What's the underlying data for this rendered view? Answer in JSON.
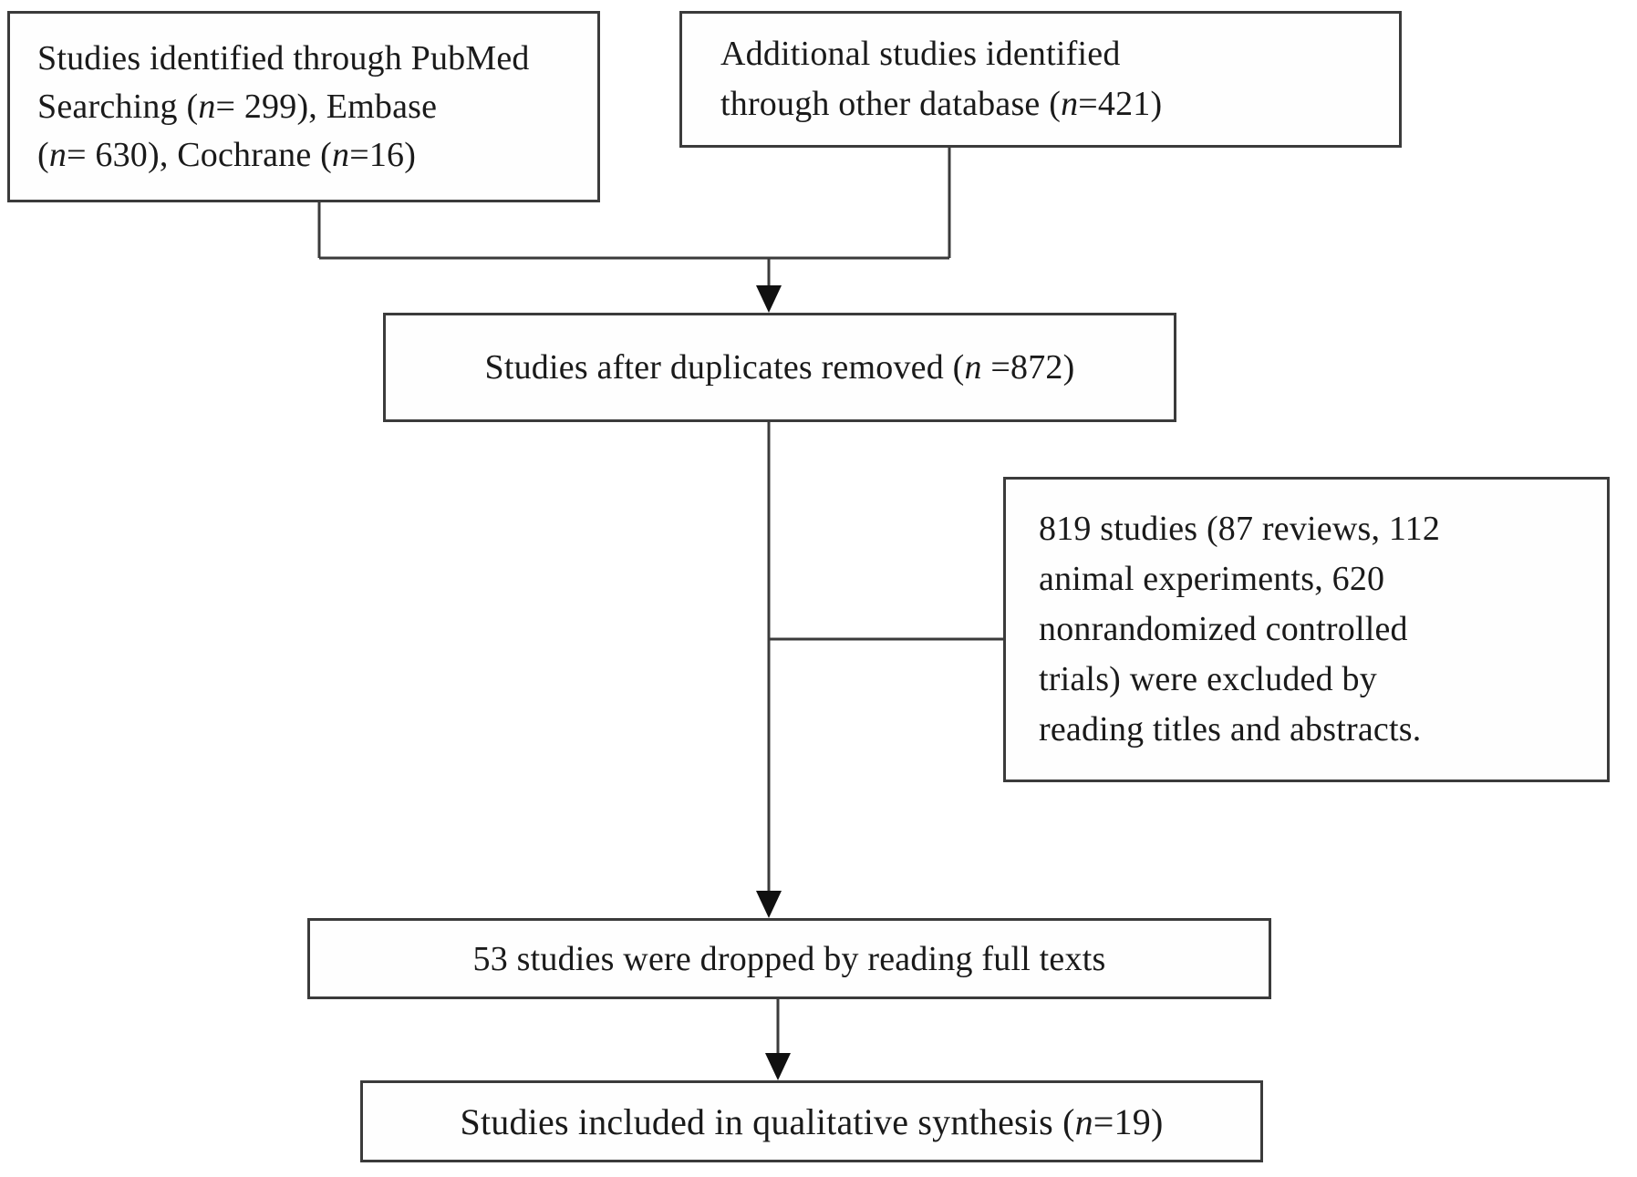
{
  "diagram": {
    "type": "flowchart",
    "description": "Study selection flow diagram (PRISMA-style)",
    "colors": {
      "background": "#ffffff",
      "box_border": "#3b3b3b",
      "text": "#1a1a1a",
      "connector": "#3b3b3b",
      "arrowhead": "#101010"
    },
    "boxes": [
      {
        "key": "identified-databases",
        "lines": [
          [
            {
              "t": "Studies identified through PubMed"
            }
          ],
          [
            {
              "t": "Searching ("
            },
            {
              "t": "n",
              "i": true
            },
            {
              "t": "= 299), Embase"
            }
          ],
          [
            {
              "t": "("
            },
            {
              "t": "n",
              "i": true
            },
            {
              "t": "= 630), Cochrane ("
            },
            {
              "t": "n",
              "i": true
            },
            {
              "t": "=16)"
            }
          ]
        ]
      },
      {
        "key": "identified-other-database",
        "lines": [
          [
            {
              "t": "Additional studies identified"
            }
          ],
          [
            {
              "t": "through other database ("
            },
            {
              "t": "n",
              "i": true
            },
            {
              "t": "=421)"
            }
          ]
        ]
      },
      {
        "key": "after-duplicates-removed",
        "lines": [
          [
            {
              "t": "Studies after duplicates removed ("
            },
            {
              "t": "n",
              "i": true
            },
            {
              "t": " =872)"
            }
          ]
        ]
      },
      {
        "key": "excluded-by-titles-abstracts",
        "lines": [
          [
            {
              "t": "819 studies (87 reviews, 112"
            }
          ],
          [
            {
              "t": "animal experiments, 620"
            }
          ],
          [
            {
              "t": "nonrandomized controlled"
            }
          ],
          [
            {
              "t": "trials) were excluded by"
            }
          ],
          [
            {
              "t": "reading titles and abstracts."
            }
          ]
        ]
      },
      {
        "key": "dropped-full-texts",
        "lines": [
          [
            {
              "t": "53 studies were dropped by reading full texts"
            }
          ]
        ]
      },
      {
        "key": "included-qualitative-synthesis",
        "lines": [
          [
            {
              "t": "Studies included in qualitative synthesis ("
            },
            {
              "t": "n",
              "i": true
            },
            {
              "t": "=19)"
            }
          ]
        ]
      }
    ],
    "counts": {
      "pubmed": 299,
      "embase": 630,
      "cochrane": 16,
      "other_database": 421,
      "after_duplicates_removed": 872,
      "excluded_titles_abstracts": 819,
      "excluded_reviews": 87,
      "excluded_animal_experiments": 112,
      "excluded_nonrandomized_trials": 620,
      "dropped_full_texts": 53,
      "included_qualitative_synthesis": 19
    }
  }
}
